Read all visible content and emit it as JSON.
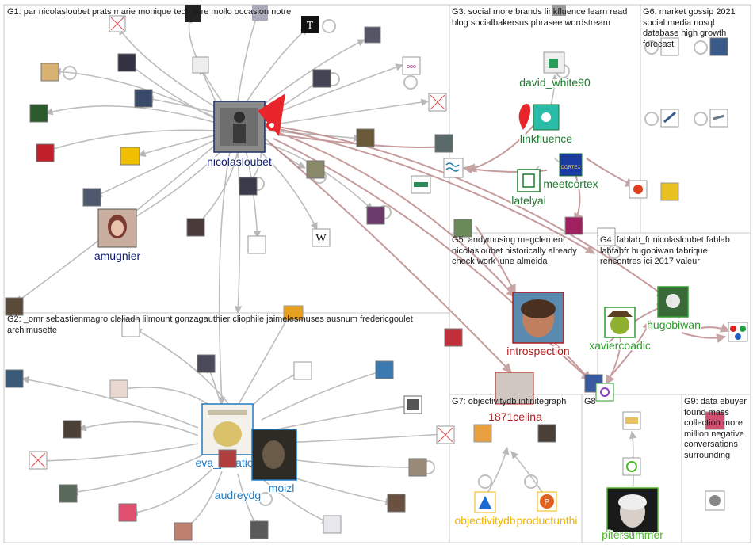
{
  "groups": [
    {
      "id": "G1",
      "label": "G1: par nicolasloubet prats marie monique tech livre mollo occasion notre"
    },
    {
      "id": "G2",
      "label": "G2: _omr sebastienmagro cleliadh lilmount gonzagauthier cliophile jaimelesmuses ausnum fredericgoulet archimusette"
    },
    {
      "id": "G3",
      "label": "G3: social more brands linkfluence learn read blog socialbakersus phrasee wordstream"
    },
    {
      "id": "G4",
      "label": "G4: fablab_fr nicolasloubet fablab labfabfr hugobiwan fabrique rencontres ici 2017 valeur"
    },
    {
      "id": "G5",
      "label": "G5: andymusing megclement nicolasloubet historically already check work june almeida"
    },
    {
      "id": "G6",
      "label": "G6: market gossip 2021 social media nosql database high growth forecast"
    },
    {
      "id": "G7",
      "label": "G7: objectivitydb infinitegraph"
    },
    {
      "id": "G8",
      "label": "G8"
    },
    {
      "id": "G9",
      "label": "G9: data ebuyer found mass collection more million negative conversations surrounding"
    }
  ],
  "labels": {
    "nicolasloubet": "nicolasloubet",
    "amugnier": "amugnier",
    "eva_poration": "eva_poration",
    "audreydg": "audreydg",
    "moizl": "moizl",
    "david_white90": "david_white90",
    "linkfluence": "linkfluence",
    "meetcortex": "meetcortex",
    "latelyai": "latelyai",
    "introspection": "introspection",
    "c1871celina": "1871celina",
    "hugobiwan": "hugobiwan",
    "xaviercoadic": "xaviercoadic",
    "objectivitydb": "objectivitydb",
    "productunthi": "productunthi",
    "pitersummer": "pitersummer"
  },
  "colors": {
    "G1": "#0b1a6e",
    "G2": "#1f7ac4",
    "G3": "#1d7a2e",
    "G4": "#2f9e2f",
    "G5": "#b01c1c",
    "G7": "#f0b400",
    "G8": "#4cb82a",
    "edge": "#bdbdbd",
    "edge_red": "#b47a7a",
    "border": "#c8c8c8"
  },
  "logos": {
    "wikipedia": "W",
    "nyt": "T",
    "eventbrite": "P"
  }
}
